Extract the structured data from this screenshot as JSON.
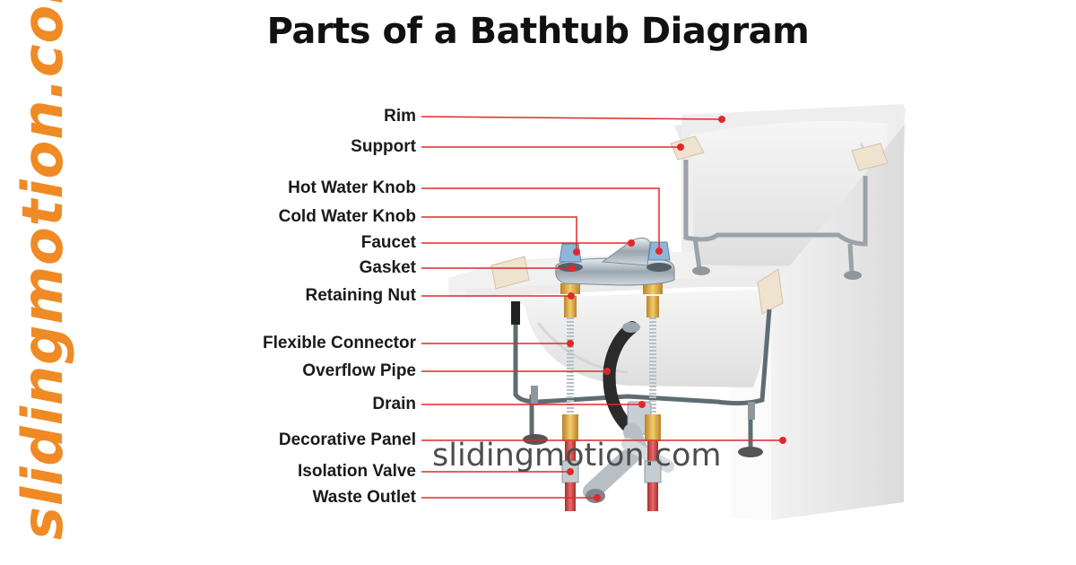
{
  "title": "Parts of a Bathtub Diagram",
  "watermark_side": "slidingmotion.com",
  "watermark_overlay": "slidingmotion.com",
  "labels": [
    "Rim",
    "Support",
    "Hot Water Knob",
    "Cold Water Knob",
    "Faucet",
    "Gasket",
    "Retaining Nut",
    "Flexible Connector",
    "Overflow Pipe",
    "Drain",
    "Decorative Panel",
    "Isolation Valve",
    "Waste Outlet"
  ],
  "colors": {
    "leader_line": "#e0282b",
    "watermark_side": "#f08a24",
    "pipe": "#cf3a3a",
    "brass": "#e0a83a"
  }
}
